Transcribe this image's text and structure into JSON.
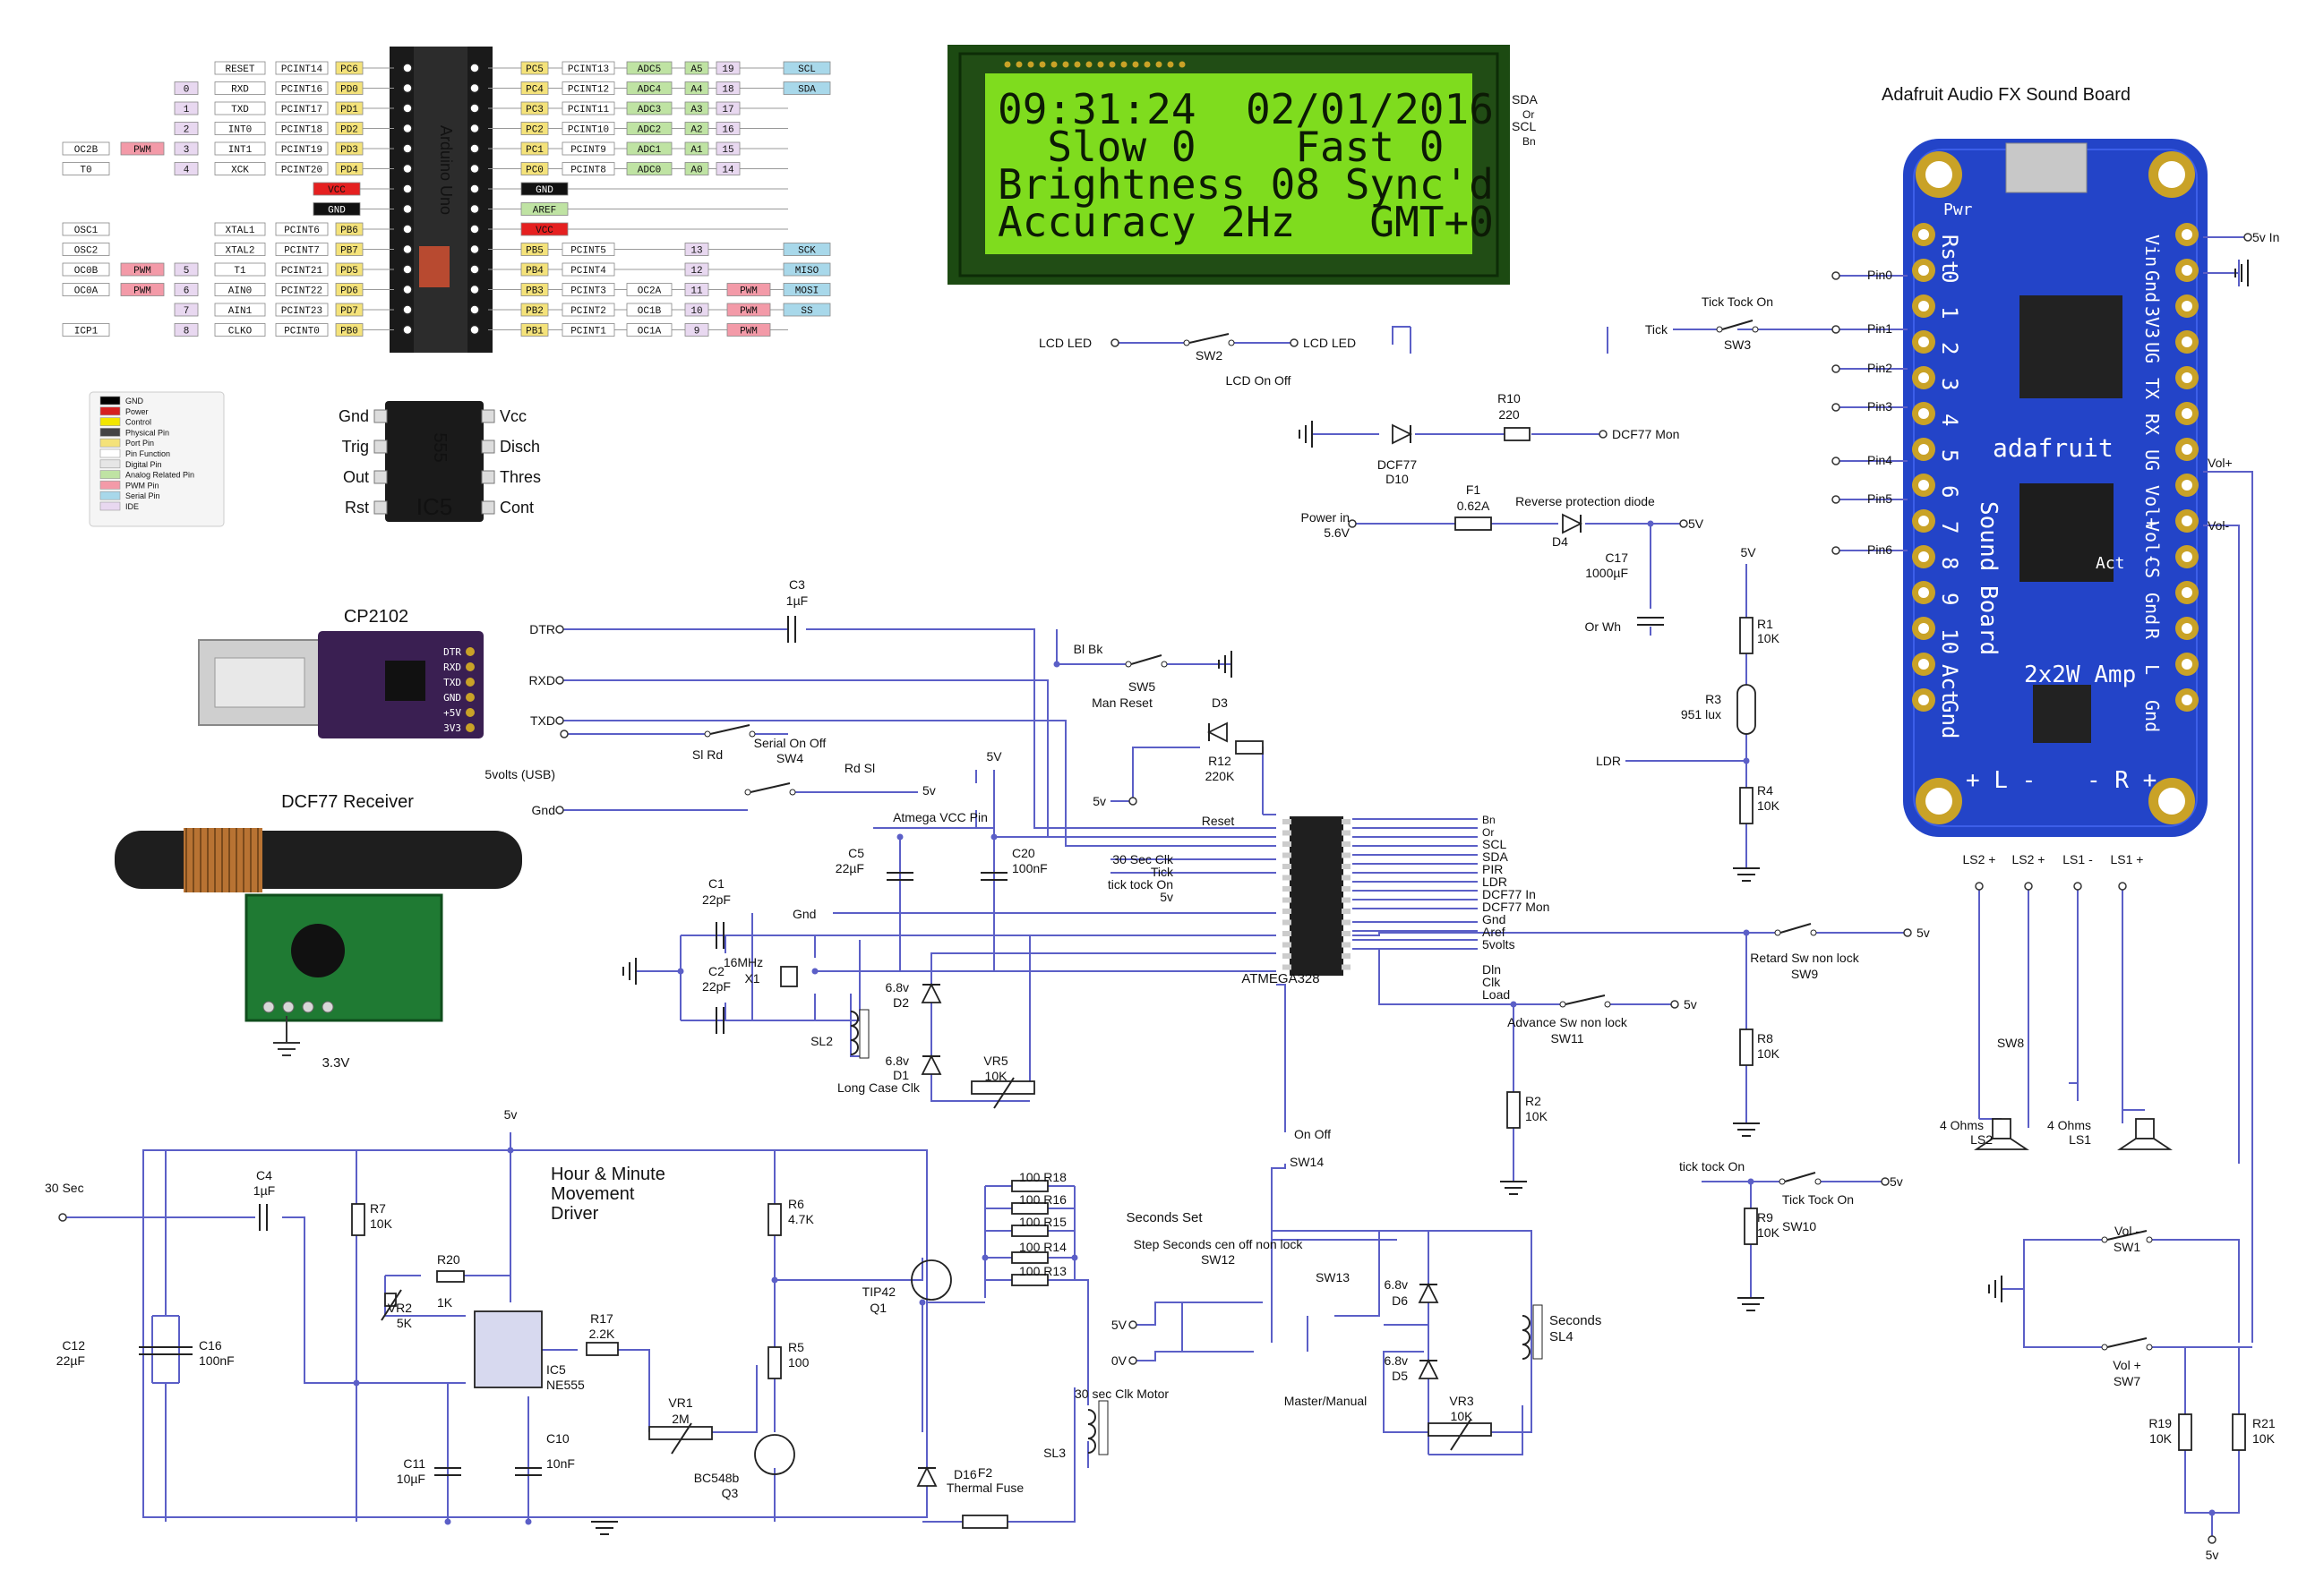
{
  "colors": {
    "wire": "#5b5fc7",
    "lcd_bg": "#7fdc1e",
    "lcd_frame": "#1c4a12",
    "board": "#2344c8",
    "pcb_green": "#1f7a33",
    "cp2102": "#3a1f52"
  },
  "arduino": {
    "chip_label": "Arduino Uno",
    "left_rows": [
      {
        "func": "",
        "alt": "RESET",
        "pcint": "PCINT14",
        "port": "PC6",
        "num": ""
      },
      {
        "func": "",
        "alt": "RXD",
        "pcint": "PCINT16",
        "port": "PD0",
        "num": "0"
      },
      {
        "func": "",
        "alt": "TXD",
        "pcint": "PCINT17",
        "port": "PD1",
        "num": "1"
      },
      {
        "func": "",
        "alt": "INT0",
        "pcint": "PCINT18",
        "port": "PD2",
        "num": "2"
      },
      {
        "func": "OC2B",
        "alt": "INT1",
        "pcint": "PCINT19",
        "port": "PD3",
        "num": "3",
        "pwm": "PWM"
      },
      {
        "func": "T0",
        "alt": "XCK",
        "pcint": "PCINT20",
        "port": "PD4",
        "num": "4"
      },
      {
        "func": "",
        "alt": "",
        "pcint": "",
        "port": "VCC",
        "num": ""
      },
      {
        "func": "",
        "alt": "",
        "pcint": "",
        "port": "GND",
        "num": ""
      },
      {
        "func": "OSC1",
        "alt": "XTAL1",
        "pcint": "PCINT6",
        "port": "PB6",
        "num": ""
      },
      {
        "func": "OSC2",
        "alt": "XTAL2",
        "pcint": "PCINT7",
        "port": "PB7",
        "num": ""
      },
      {
        "func": "OC0B",
        "alt": "T1",
        "pcint": "PCINT21",
        "port": "PD5",
        "num": "5",
        "pwm": "PWM"
      },
      {
        "func": "OC0A",
        "alt": "AIN0",
        "pcint": "PCINT22",
        "port": "PD6",
        "num": "6",
        "pwm": "PWM"
      },
      {
        "func": "",
        "alt": "AIN1",
        "pcint": "PCINT23",
        "port": "PD7",
        "num": "7"
      },
      {
        "func": "ICP1",
        "alt": "CLKO",
        "pcint": "PCINT0",
        "port": "PB0",
        "num": "8"
      }
    ],
    "right_rows": [
      {
        "port": "PC5",
        "pcint": "PCINT13",
        "adc": "ADC5",
        "a": "A5",
        "num": "19",
        "extra": "SCL"
      },
      {
        "port": "PC4",
        "pcint": "PCINT12",
        "adc": "ADC4",
        "a": "A4",
        "num": "18",
        "extra": "SDA"
      },
      {
        "port": "PC3",
        "pcint": "PCINT11",
        "adc": "ADC3",
        "a": "A3",
        "num": "17",
        "extra": ""
      },
      {
        "port": "PC2",
        "pcint": "PCINT10",
        "adc": "ADC2",
        "a": "A2",
        "num": "16",
        "extra": ""
      },
      {
        "port": "PC1",
        "pcint": "PCINT9",
        "adc": "ADC1",
        "a": "A1",
        "num": "15",
        "extra": ""
      },
      {
        "port": "PC0",
        "pcint": "PCINT8",
        "adc": "ADC0",
        "a": "A0",
        "num": "14",
        "extra": ""
      },
      {
        "port": "GND",
        "pcint": "",
        "adc": "",
        "a": "",
        "num": "",
        "extra": ""
      },
      {
        "port": "AREF",
        "pcint": "",
        "adc": "",
        "a": "",
        "num": "",
        "extra": ""
      },
      {
        "port": "VCC",
        "pcint": "",
        "adc": "",
        "a": "",
        "num": "",
        "extra": ""
      },
      {
        "port": "PB5",
        "pcint": "PCINT5",
        "adc": "",
        "a": "",
        "num": "13",
        "extra": "SCK"
      },
      {
        "port": "PB4",
        "pcint": "PCINT4",
        "adc": "",
        "a": "",
        "num": "12",
        "extra": "MISO"
      },
      {
        "port": "PB3",
        "pcint": "PCINT3",
        "adc": "OC2A",
        "a": "",
        "num": "11",
        "extra": "MOSI",
        "pwm": "PWM"
      },
      {
        "port": "PB2",
        "pcint": "PCINT2",
        "adc": "OC1B",
        "a": "",
        "num": "10",
        "extra": "SS",
        "pwm": "PWM"
      },
      {
        "port": "PB1",
        "pcint": "PCINT1",
        "adc": "OC1A",
        "a": "",
        "num": "9",
        "extra": "",
        "pwm": "PWM"
      }
    ]
  },
  "legend": [
    "GND",
    "Power",
    "Control",
    "Physical Pin",
    "Port Pin",
    "Pin Function",
    "Digital Pin",
    "Analog Related Pin",
    "PWM Pin",
    "Serial Pin",
    "IDE"
  ],
  "legend_colors": [
    "#000000",
    "#d62020",
    "#f2e600",
    "#444444",
    "#f4e27a",
    "#ffffff",
    "#e6e6e6",
    "#bfe3a3",
    "#f39aa8",
    "#a8d8ea",
    "#e8d8f0"
  ],
  "ic555": {
    "label": "IC5",
    "chip": "555",
    "left": [
      "Gnd",
      "Trig",
      "Out",
      "Rst"
    ],
    "right": [
      "Vcc",
      "Disch",
      "Thres",
      "Cont"
    ]
  },
  "lcd": {
    "lines": [
      "09:31:24  02/01/2016",
      "  Slow 0    Fast 0",
      "Brightness 08 Sync'd",
      "Accuracy 2Hz   GMT+0"
    ],
    "pins": [
      "SDA",
      "Or",
      "SCL",
      "Bn"
    ]
  },
  "cp2102": {
    "title": "CP2102",
    "pins": [
      "DTR",
      "RXD",
      "TXD",
      "GND",
      "+5V",
      "3V3"
    ]
  },
  "dcf77": {
    "title": "DCF77 Receiver",
    "voltage": "3.3V"
  },
  "soundboard": {
    "title": "Adafruit Audio FX Sound Board",
    "left_pins": [
      "Rst",
      "0",
      "1",
      "2",
      "3",
      "4",
      "5",
      "6",
      "7",
      "8",
      "9",
      "10",
      "Act",
      "Gnd"
    ],
    "right_pins": [
      "Vin",
      "Gnd",
      "3V3",
      "UG",
      "TX",
      "RX",
      "UG",
      "Vol+",
      "Vol-",
      "CS",
      "Gnd",
      "R",
      "L",
      "Gnd"
    ],
    "brand": "adafruit",
    "board_name": "Sound Board",
    "amp": "2x2W Amp",
    "pwr": "Pwr",
    "act": "Act",
    "pin_labels": [
      "Pin0",
      "Pin1",
      "Pin2",
      "Pin3",
      "Pin4",
      "Pin5",
      "Pin6"
    ],
    "supply": "5v In",
    "vol_plus": "Vol+",
    "vol_minus": "Vol-",
    "spk": [
      "LS2 +",
      "LS2 +",
      "LS1 -",
      "LS1 +"
    ],
    "bottom": [
      "+ L -",
      "- R +"
    ]
  },
  "labels": {
    "lcd_led_a": "LCD LED",
    "lcd_led_b": "LCD LED",
    "sw2": "SW2",
    "lcd_onoff": "LCD On Off",
    "tick": "Tick",
    "ticktock_on": "Tick Tock On",
    "sw3": "SW3",
    "r10": "R10",
    "r10v": "220",
    "d10a": "DCF77",
    "d10b": "D10",
    "dcf77mon": "DCF77 Mon",
    "f1": "F1",
    "f1v": "0.62A",
    "revprot": "Reverse protection diode",
    "power_in": "Power in",
    "power_in_v": "5.6V",
    "d4": "D4",
    "v5": "5V",
    "c17": "C17",
    "c17v": "1000µF",
    "orwh": "Or Wh",
    "c3": "C3",
    "c3v": "1µF",
    "dtr": "DTR",
    "rxd": "RXD",
    "txd": "TXD",
    "blbk": "Bl Bk",
    "sw5": "SW5",
    "manreset": "Man Reset",
    "fivevolts_usb": "5volts (USB)",
    "gnd": "Gnd",
    "slrd": "Sl Rd",
    "serial": "Serial On Off",
    "sw4": "SW4",
    "rdsl": "Rd Sl",
    "v5b": "5v",
    "d3": "D3",
    "r12": "R12",
    "r12v": "220K",
    "reset": "Reset",
    "v5c": "5v",
    "c5": "C5",
    "c5v": "22µF",
    "atmvcc": "Atmega VCC Pin",
    "c20": "C20",
    "c20v": "100nF",
    "v5d": "5V",
    "c1": "C1",
    "c1v": "22pF",
    "c2": "C2",
    "c2v": "22pF",
    "xtal": "16MHz",
    "x1": "X1",
    "gnd2": "Gnd",
    "atm_left": [
      "30 Sec Clk",
      "Tick",
      "tick tock On",
      "5v"
    ],
    "atm_right": [
      "Bn",
      "Or",
      "SCL",
      "SDA",
      "PIR",
      "LDR",
      "DCF77 In",
      "DCF77 Mon",
      "Gnd",
      "Aref",
      "5volts",
      "",
      "Dln",
      "Clk",
      "Load"
    ],
    "atmega": "ATMEGA328",
    "d2": "D2",
    "d2v": "6.8v",
    "d1": "D1",
    "d1v": "6.8v",
    "sl2": "SL2",
    "longcase": "Long Case Clk",
    "vr5": "VR5",
    "vr5v": "10K",
    "r1": "R1",
    "r1v": "10K",
    "r3": "R3",
    "r3v": "951 lux",
    "r4": "R4",
    "r4v": "10K",
    "ldr": "LDR",
    "v5e": "5V",
    "retard": "Retard Sw non lock",
    "sw9": "SW9",
    "v5f": "5v",
    "r8": "R8",
    "r8v": "10K",
    "advance": "Advance Sw non lock",
    "sw11": "SW11",
    "v5g": "5v",
    "r2": "R2",
    "r2v": "10K",
    "onoff": "On Off",
    "sw14": "SW14",
    "ticktockon2": "tick tock On",
    "ticktockon3": "Tick Tock On",
    "sw10": "SW10",
    "r9": "R9",
    "r9v": "10K",
    "v5h": "5v",
    "sw8": "SW8",
    "ls2": "LS2",
    "ls1": "LS1",
    "ohm2": "4 Ohms",
    "ohm1": "4 Ohms",
    "volm": "Vol -",
    "sw1": "SW1",
    "volp": "Vol +",
    "sw7": "SW7",
    "r19": "R19",
    "r19v": "10K",
    "r21": "R21",
    "r21v": "10K",
    "v5i": "5v",
    "secset": "Seconds Set",
    "stepsec": "Step Seconds cen off non lock",
    "sw12": "SW12",
    "sw13": "SW13",
    "v5j": "5V",
    "v0": "0V",
    "master": "Master/Manual",
    "d6": "D6",
    "d6v": "6.8v",
    "d5": "D5",
    "d5v": "6.8v",
    "seconds": "Seconds",
    "sl4": "SL4",
    "vr3": "VR3",
    "vr3v": "10K",
    "hour1": "Hour & Minute",
    "hour2": "Movement",
    "hour3": "Driver",
    "v5k": "5v",
    "sec30": "30 Sec",
    "c4": "C4",
    "c4v": "1µF",
    "r7": "R7",
    "r7v": "10K",
    "r20": "R20",
    "r20v": "1K",
    "vr2": "VR2",
    "vr2v": "5K",
    "ic5": "IC5",
    "ne555": "NE555",
    "r17": "R17",
    "r17v": "2.2K",
    "c12": "C12",
    "c12v": "22µF",
    "c16": "C16",
    "c16v": "100nF",
    "c11": "C11",
    "c11v": "10µF",
    "c10": "C10",
    "c10v": "10nF",
    "vr1": "VR1",
    "vr1v": "2M",
    "bc548": "BC548b",
    "q3": "Q3",
    "r6": "R6",
    "r6v": "4.7K",
    "r5": "R5",
    "r5v": "100",
    "tip42": "TIP42",
    "q1": "Q1",
    "d16": "D16",
    "f2": "F2",
    "thermal": "Thermal Fuse",
    "r18": "100 R18",
    "r16": "100 R16",
    "r15": "100 R15",
    "r14": "100 R14",
    "r13": "100 R13",
    "clkmotor": "30 sec Clk Motor",
    "sl3": "SL3"
  }
}
